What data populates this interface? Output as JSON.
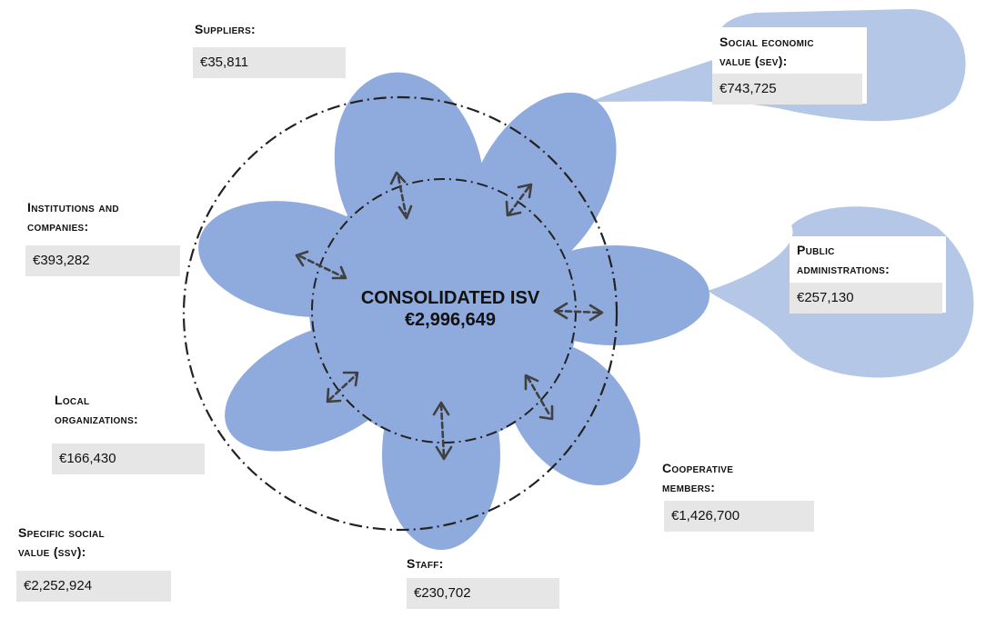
{
  "center": {
    "title": "CONSOLIDATED ISV",
    "value": "€2,996,649"
  },
  "stakeholders": {
    "suppliers": {
      "label_lines": [
        "Suppliers:"
      ],
      "value": "€35,811"
    },
    "institutions": {
      "label_lines": [
        "Institutions and",
        "companies:"
      ],
      "value": "€393,282"
    },
    "local": {
      "label_lines": [
        "Local",
        "organizations:"
      ],
      "value": "€166,430"
    },
    "ssv": {
      "label_lines": [
        "Specific social",
        "value (ssv):"
      ],
      "value": "€2,252,924"
    },
    "staff": {
      "label_lines": [
        "Staff:"
      ],
      "value": "€230,702"
    },
    "cooperative": {
      "label_lines": [
        "Cooperative",
        "members:"
      ],
      "value": "€1,426,700"
    },
    "public": {
      "label_lines": [
        "Public",
        "administrations:"
      ],
      "value": "€257,130"
    },
    "sev": {
      "label_lines": [
        "Social economic",
        "value (sev):"
      ],
      "value": "€743,725"
    }
  },
  "colors": {
    "petal": "#8faadc",
    "bubble": "#b4c7e7",
    "value_box": "#e6e6e6",
    "arrow": "#404040"
  }
}
